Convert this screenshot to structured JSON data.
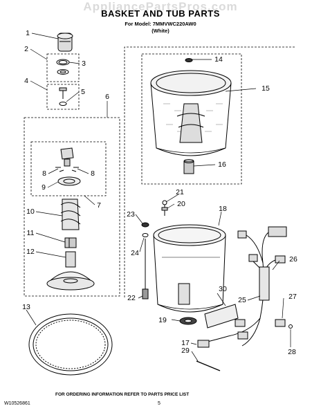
{
  "header": {
    "watermark": "AppliancePartsPros.com",
    "title": "BASKET AND TUB PARTS",
    "model_line": "For Model: 7MMVWC220AW0",
    "color_line": "(White)"
  },
  "footer": {
    "doc_number": "W10526861",
    "page_number": "5",
    "ordering_note": "FOR ORDERING INFORMATION REFER TO PARTS PRICE LIST"
  },
  "callouts": [
    "1",
    "2",
    "3",
    "4",
    "5",
    "6",
    "7",
    "8",
    "8",
    "9",
    "10",
    "11",
    "12",
    "13",
    "14",
    "15",
    "16",
    "17",
    "18",
    "19",
    "20",
    "21",
    "22",
    "23",
    "24",
    "25",
    "26",
    "27",
    "28",
    "29",
    "30"
  ]
}
